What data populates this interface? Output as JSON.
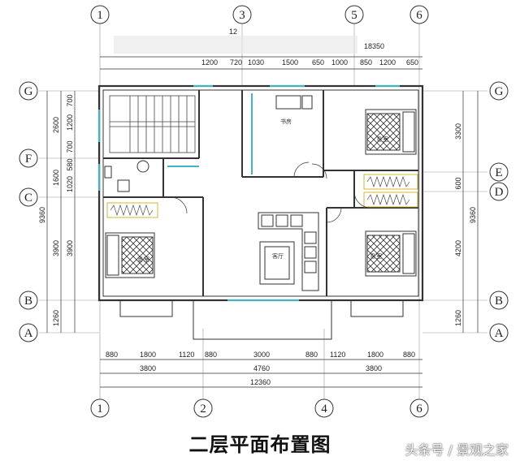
{
  "title": "二层平面布置图",
  "watermark": "头条号 / 景观之家",
  "axes": {
    "top": [
      "1",
      "3",
      "5",
      "6"
    ],
    "bottom": [
      "1",
      "2",
      "4",
      "6"
    ],
    "left": [
      "G",
      "F",
      "C",
      "B",
      "A"
    ],
    "right": [
      "G",
      "E",
      "D",
      "B",
      "A"
    ]
  },
  "dims": {
    "top_row": [
      "1200",
      "720",
      "1030",
      "1500",
      "650",
      "1000",
      "850",
      "1200",
      "650"
    ],
    "top_extra": [
      "12",
      "18350"
    ],
    "bottom_row1": [
      "880",
      "1800",
      "1120",
      "880",
      "3000",
      "880",
      "1120",
      "1800",
      "880"
    ],
    "bottom_row2": [
      "3800",
      "4760",
      "3800"
    ],
    "bottom_total": "12360",
    "left_outer": [
      "2600",
      "1600",
      "3900",
      "1260"
    ],
    "left_total": "9360",
    "left_inner": [
      "700",
      "1200",
      "700",
      "580",
      "1020",
      "3900"
    ],
    "right_outer": [
      "3300",
      "600",
      "4200",
      "1260"
    ],
    "right_total": "9360"
  },
  "rooms": {
    "study": "书房",
    "bedroom_left": "卧室",
    "bedroom_right_top": "卧室",
    "bedroom_right_bottom": "卧室",
    "living": "客厅"
  }
}
